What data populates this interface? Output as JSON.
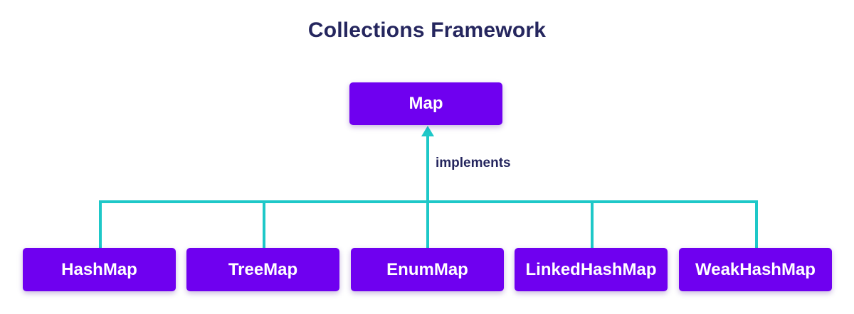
{
  "title": "Collections Framework",
  "parent": {
    "label": "Map"
  },
  "relation_label": "implements",
  "children": [
    {
      "label": "HashMap"
    },
    {
      "label": "TreeMap"
    },
    {
      "label": "EnumMap"
    },
    {
      "label": "LinkedHashMap"
    },
    {
      "label": "WeakHashMap"
    }
  ],
  "colors": {
    "box_fill": "#6f00f0",
    "connector": "#1ec8c8",
    "title_text": "#25265e"
  }
}
